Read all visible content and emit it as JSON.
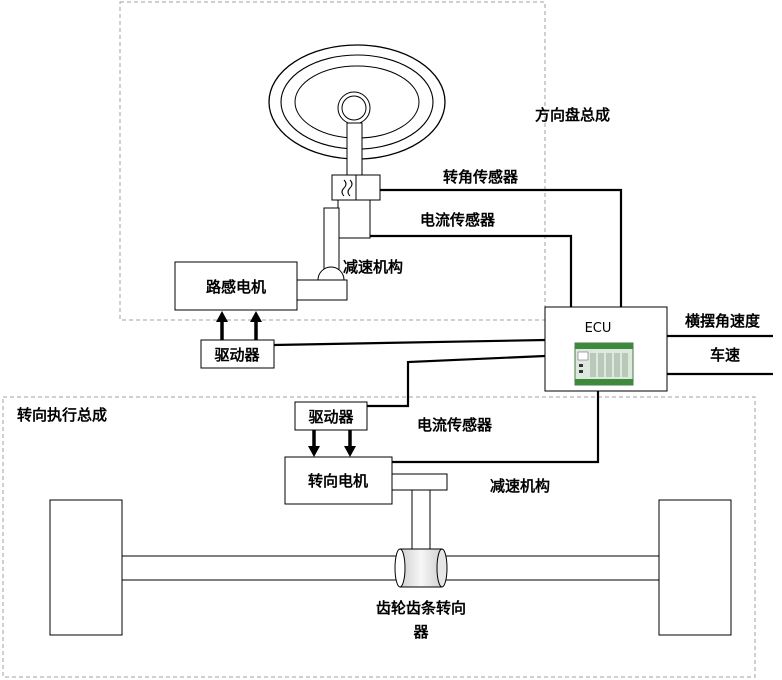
{
  "groups": {
    "steering_wheel_assembly": "方向盘总成",
    "steering_actuator_assembly": "转向执行总成"
  },
  "components": {
    "road_feel_motor": "路感电机",
    "driver_top": "驱动器",
    "driver_bottom": "驱动器",
    "steering_motor": "转向电机",
    "ecu": "ECU",
    "rack_pinion_line1": "齿轮齿条转向",
    "rack_pinion_line2": "器"
  },
  "signals": {
    "angle_sensor": "转角传感器",
    "current_sensor_top": "电流传感器",
    "reducer_top": "减速机构",
    "current_sensor_bottom": "电流传感器",
    "reducer_bottom": "减速机构",
    "yaw_rate": "横摆角速度",
    "vehicle_speed": "车速"
  }
}
